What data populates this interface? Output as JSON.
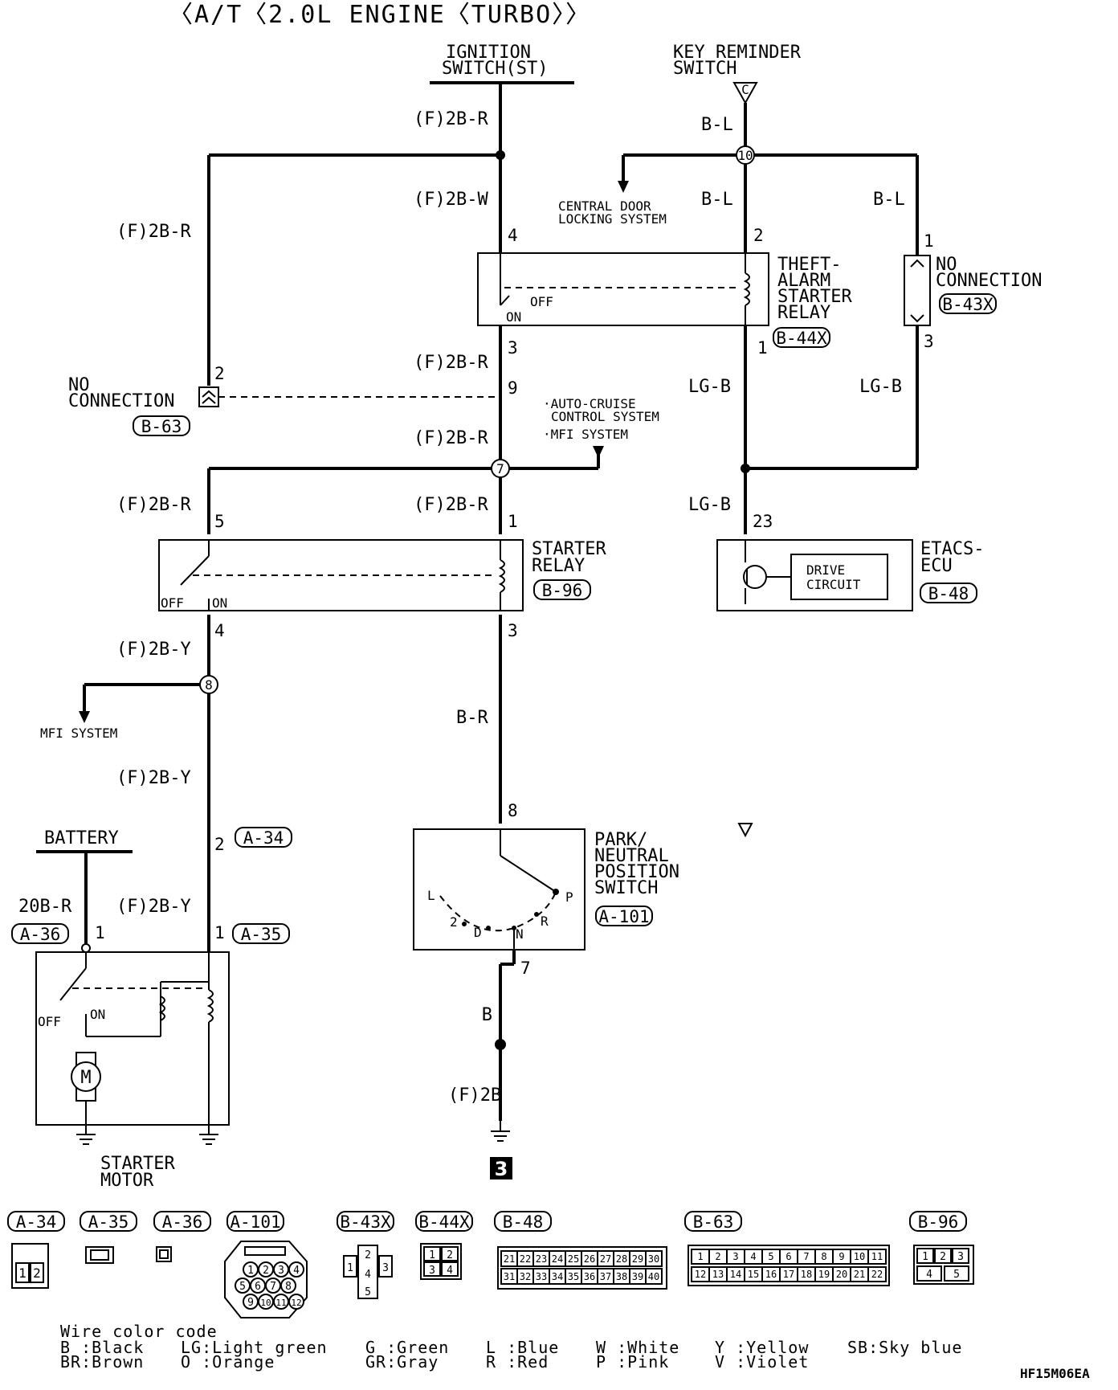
{
  "title": "〈A/T〈2.0L ENGINE〈TURBO〉〉",
  "components": {
    "ignition_switch": [
      "IGNITION",
      "SWITCH(ST)"
    ],
    "key_reminder_switch": [
      "KEY REMINDER",
      "SWITCH"
    ],
    "central_door": [
      "CENTRAL DOOR",
      "LOCKING SYSTEM"
    ],
    "theft_alarm_relay": [
      "THEFT-",
      "ALARM",
      "STARTER",
      "RELAY"
    ],
    "no_connection_b43x": [
      "NO",
      "CONNECTION"
    ],
    "no_connection_b63": [
      "NO",
      "CONNECTION"
    ],
    "auto_cruise": [
      "·AUTO-CRUISE",
      "CONTROL SYSTEM",
      "·MFI SYSTEM"
    ],
    "starter_relay": [
      "STARTER",
      "RELAY"
    ],
    "etacs_ecu": [
      "ETACS-",
      "ECU"
    ],
    "drive_circuit": [
      "DRIVE",
      "CIRCUIT"
    ],
    "mfi_system": "MFI SYSTEM",
    "battery": "BATTERY",
    "park_neutral": [
      "PARK/",
      "NEUTRAL",
      "POSITION",
      "SWITCH"
    ],
    "starter_motor": [
      "STARTER",
      "MOTOR"
    ],
    "ground_ref": "3"
  },
  "wires": {
    "w_ign": "(F)2B-R",
    "w_ign_down": "(F)2B-W",
    "w_left_top": "(F)2B-R",
    "w_bl_top": "B-L",
    "w_bl_mid": "B-L",
    "w_bl_right": "B-L",
    "w_relay_out": "(F)2B-R",
    "w_mid2": "(F)2B-R",
    "w_lgb_left": "LG-B",
    "w_lgb_right": "LG-B",
    "w_lgb_ecu": "LG-B",
    "w_sr5": "(F)2B-R",
    "w_sr1": "(F)2B-R",
    "w_sr4": "(F)2B-Y",
    "w_br": "B-R",
    "w_y2": "(F)2B-Y",
    "w_y3": "(F)2B-Y",
    "w_batt": "20B-R",
    "w_b": "B",
    "w_gnd": "(F)2B"
  },
  "pins": {
    "p4": "4",
    "p2": "2",
    "p3": "3",
    "p1": "1",
    "p9": "9",
    "p_b43_1": "1",
    "p_b43_3": "3",
    "p_b63_2": "2",
    "p_sr5": "5",
    "p_sr1": "1",
    "p_sr4": "4",
    "p_sr3": "3",
    "p23": "23",
    "p8": "8",
    "p7": "7",
    "p_a34": "2",
    "p_a35": "1",
    "p_a36": "1"
  },
  "junctions": {
    "j10": "10",
    "j7": "7",
    "j8": "8"
  },
  "connectors": {
    "a34": "A-34",
    "a35": "A-35",
    "a36": "A-36",
    "a101": "A-101",
    "b43x": "B-43X",
    "b44x": "B-44X",
    "b48": "B-48",
    "b63": "B-63",
    "b96": "B-96",
    "conn_c": "C"
  },
  "switch_states": {
    "off": "OFF",
    "on": "ON"
  },
  "pn_positions": {
    "l": "L",
    "two": "2",
    "d": "D",
    "n": "N",
    "r": "R",
    "p": "P"
  },
  "motor": "M",
  "connector_pins": {
    "a34": [
      "1",
      "2"
    ],
    "b43x": [
      "1",
      "2",
      "3",
      "4",
      "5"
    ],
    "b44x": [
      "1",
      "2",
      "3",
      "4"
    ],
    "a101": [
      "1",
      "2",
      "3",
      "4",
      "5",
      "6",
      "7",
      "8",
      "9",
      "10",
      "11",
      "12"
    ],
    "b48": [
      "21",
      "22",
      "23",
      "24",
      "25",
      "26",
      "27",
      "28",
      "29",
      "30",
      "31",
      "32",
      "33",
      "34",
      "35",
      "36",
      "37",
      "38",
      "39",
      "40"
    ],
    "b63": [
      "1",
      "2",
      "3",
      "4",
      "5",
      "6",
      "7",
      "8",
      "9",
      "10",
      "11",
      "12",
      "13",
      "14",
      "15",
      "16",
      "17",
      "18",
      "19",
      "20",
      "21",
      "22"
    ],
    "b96": [
      "1",
      "2",
      "3",
      "4",
      "5"
    ]
  },
  "legend": {
    "heading": "Wire color code",
    "rows": [
      [
        "B :Black",
        "LG:Light green",
        "G :Green",
        "L :Blue",
        "W :White",
        "Y :Yellow",
        "SB:Sky blue"
      ],
      [
        "BR:Brown",
        "O :Orange",
        "GR:Gray",
        "R :Red",
        "P :Pink",
        "V :Violet"
      ]
    ]
  },
  "figure_code": "HF15M06EA"
}
